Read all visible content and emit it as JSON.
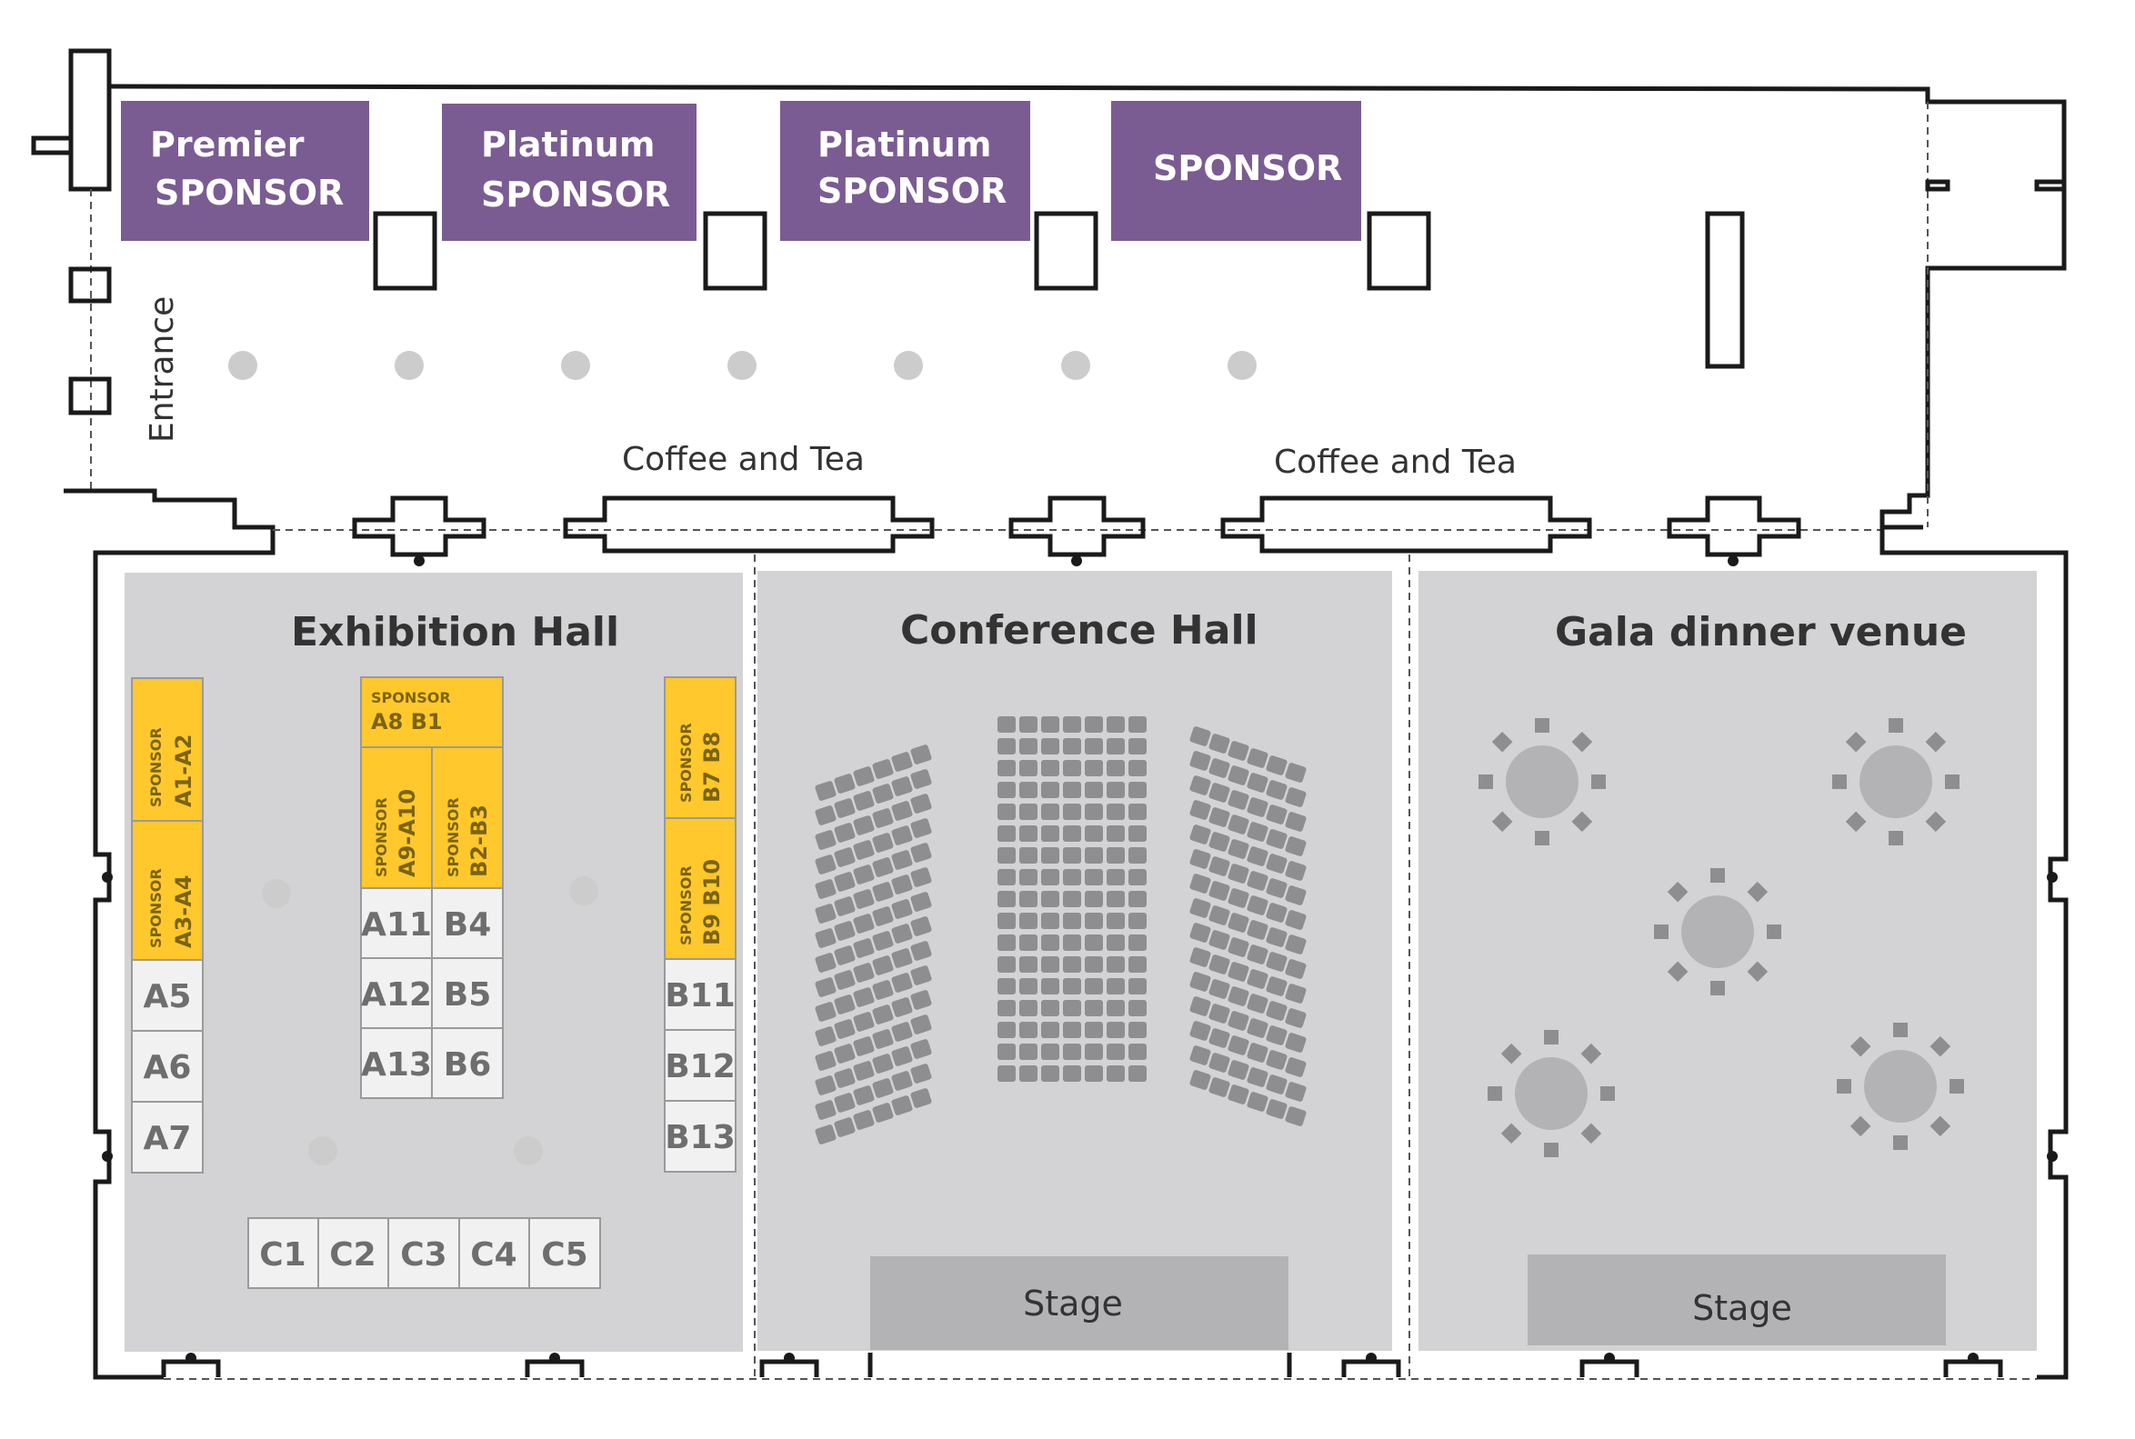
{
  "sponsors": {
    "premier": {
      "line1": "Premier",
      "line2": "SPONSOR"
    },
    "platinum1": {
      "line1": "Platinum",
      "line2": "SPONSOR"
    },
    "platinum2": {
      "line1": "Platinum",
      "line2": "SPONSOR"
    },
    "sponsor": {
      "line1": "SPONSOR"
    }
  },
  "labels": {
    "entrance": "Entrance",
    "coffee_1": "Coffee and Tea",
    "coffee_2": "Coffee and Tea"
  },
  "halls": {
    "exhibition": {
      "title": "Exhibition Hall"
    },
    "conference": {
      "title": "Conference Hall",
      "stage": "Stage"
    },
    "gala": {
      "title": "Gala dinner venue",
      "stage": "Stage"
    }
  },
  "booths": {
    "sponsored": [
      {
        "tag": "SPONSOR",
        "label": "A1-A2"
      },
      {
        "tag": "SPONSOR",
        "label": "A3-A4"
      },
      {
        "tag": "SPONSOR",
        "label": "A8 B1"
      },
      {
        "tag": "SPONSOR",
        "label": "A9-A10"
      },
      {
        "tag": "SPONSOR",
        "label": "B2-B3"
      },
      {
        "tag": "SPONSOR",
        "label": "B7 B8"
      },
      {
        "tag": "SPONSOR",
        "label": "B9 B10"
      }
    ],
    "left": [
      "A5",
      "A6",
      "A7"
    ],
    "center": [
      [
        "A11",
        "B4"
      ],
      [
        "A12",
        "B5"
      ],
      [
        "A13",
        "B6"
      ]
    ],
    "right": [
      "B11",
      "B12",
      "B13"
    ],
    "bottom": [
      "C1",
      "C2",
      "C3",
      "C4",
      "C5"
    ]
  },
  "colors": {
    "sponsor_purple": "#7a5c93",
    "sponsor_booth_yellow": "#ffc82c",
    "room_grey": "#d3d3d5",
    "stage_grey": "#b3b3b6"
  }
}
